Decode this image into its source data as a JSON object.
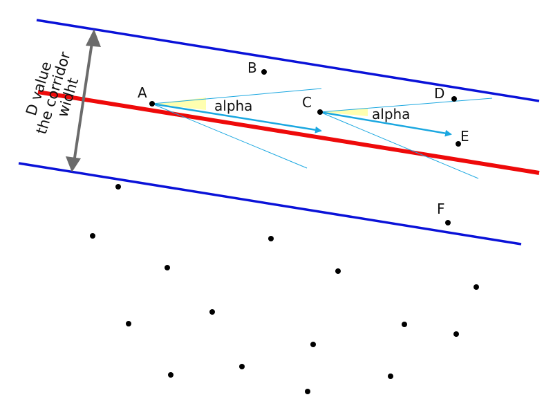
{
  "labels": {
    "A": "A",
    "B": "B",
    "C": "C",
    "D": "D",
    "E": "E",
    "F": "F",
    "alpha_1": "alpha",
    "alpha_2": "alpha",
    "width_line1": "D value",
    "width_line2": "the corridor",
    "width_line3": "widht"
  },
  "colors": {
    "corridor_border": "#0a12d8",
    "centerline": "#ee0a0a",
    "heading_arrow": "#1aa7e0",
    "cone_edge": "#1aa7e0",
    "angle_fill": "#ffffb0",
    "width_arrow": "#6b6b6b",
    "point": "#000000"
  },
  "icons": {
    "width_indicator": "double-headed-arrow"
  }
}
